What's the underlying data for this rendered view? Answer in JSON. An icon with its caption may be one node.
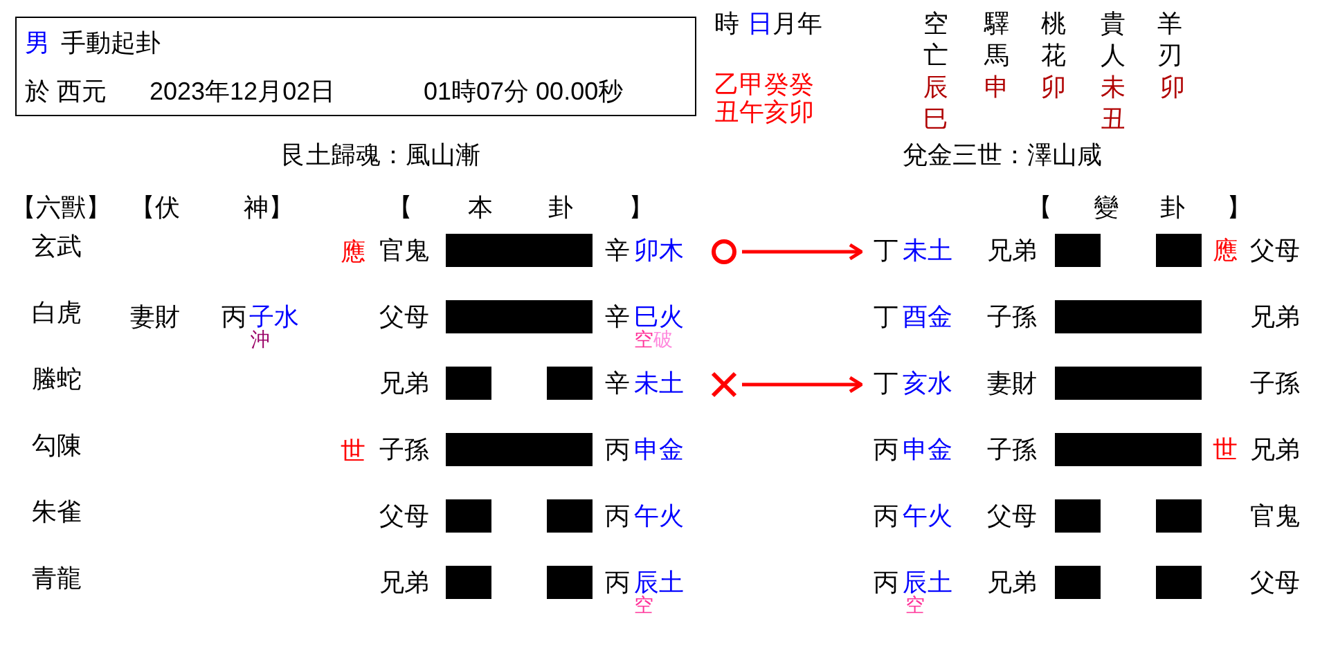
{
  "diagram": {
    "nodes": [
      {
        "text": [
          "男",
          "手動起卦",
          "於 西元",
          "2023年12月02日",
          "01時07分 00.00秒"
        ]
      },
      {
        "text": [],
        "shape": "circle"
      },
      {
        "text": [
          "丁",
          "未土"
        ]
      },
      {
        "text": [],
        "shape": "cross"
      },
      {
        "text": [
          "丁",
          "亥水"
        ]
      }
    ],
    "edges": [
      {
        "from": 1,
        "to": 2,
        "arrow": "to"
      },
      {
        "from": 3,
        "to": 4,
        "arrow": "to"
      }
    ],
    "labels": [
      "時",
      "日",
      "月年",
      "空亡",
      "驛馬",
      "桃花",
      "貴人",
      "羊刃",
      "乙甲癸癸",
      "丑午亥卯",
      "辰巳",
      "申",
      "卯",
      "未丑",
      "卯",
      "艮土歸魂：風山漸",
      "兌金三世：澤山咸",
      "【六獸】",
      "【伏",
      "神】",
      "【本卦】",
      "【變卦】",
      "玄武",
      "應",
      "官鬼",
      "辛",
      "卯木",
      "兄弟",
      "應",
      "父母",
      "白虎",
      "妻財",
      "丙",
      "子水",
      "父母",
      "辛",
      "巳火",
      "丁",
      "酉金",
      "子孫",
      "兄弟",
      "沖",
      "空",
      "破",
      "螣蛇",
      "兄弟",
      "辛",
      "未土",
      "妻財",
      "子孫",
      "勾陳",
      "世",
      "子孫",
      "丙",
      "申金",
      "丙",
      "申金",
      "子孫",
      "世",
      "兄弟",
      "朱雀",
      "父母",
      "丙",
      "午火",
      "丙",
      "午火",
      "父母",
      "官鬼",
      "青龍",
      "兄弟",
      "丙",
      "辰土",
      "丙",
      "辰土",
      "兄弟",
      "父母",
      "空",
      "空"
    ]
  }
}
